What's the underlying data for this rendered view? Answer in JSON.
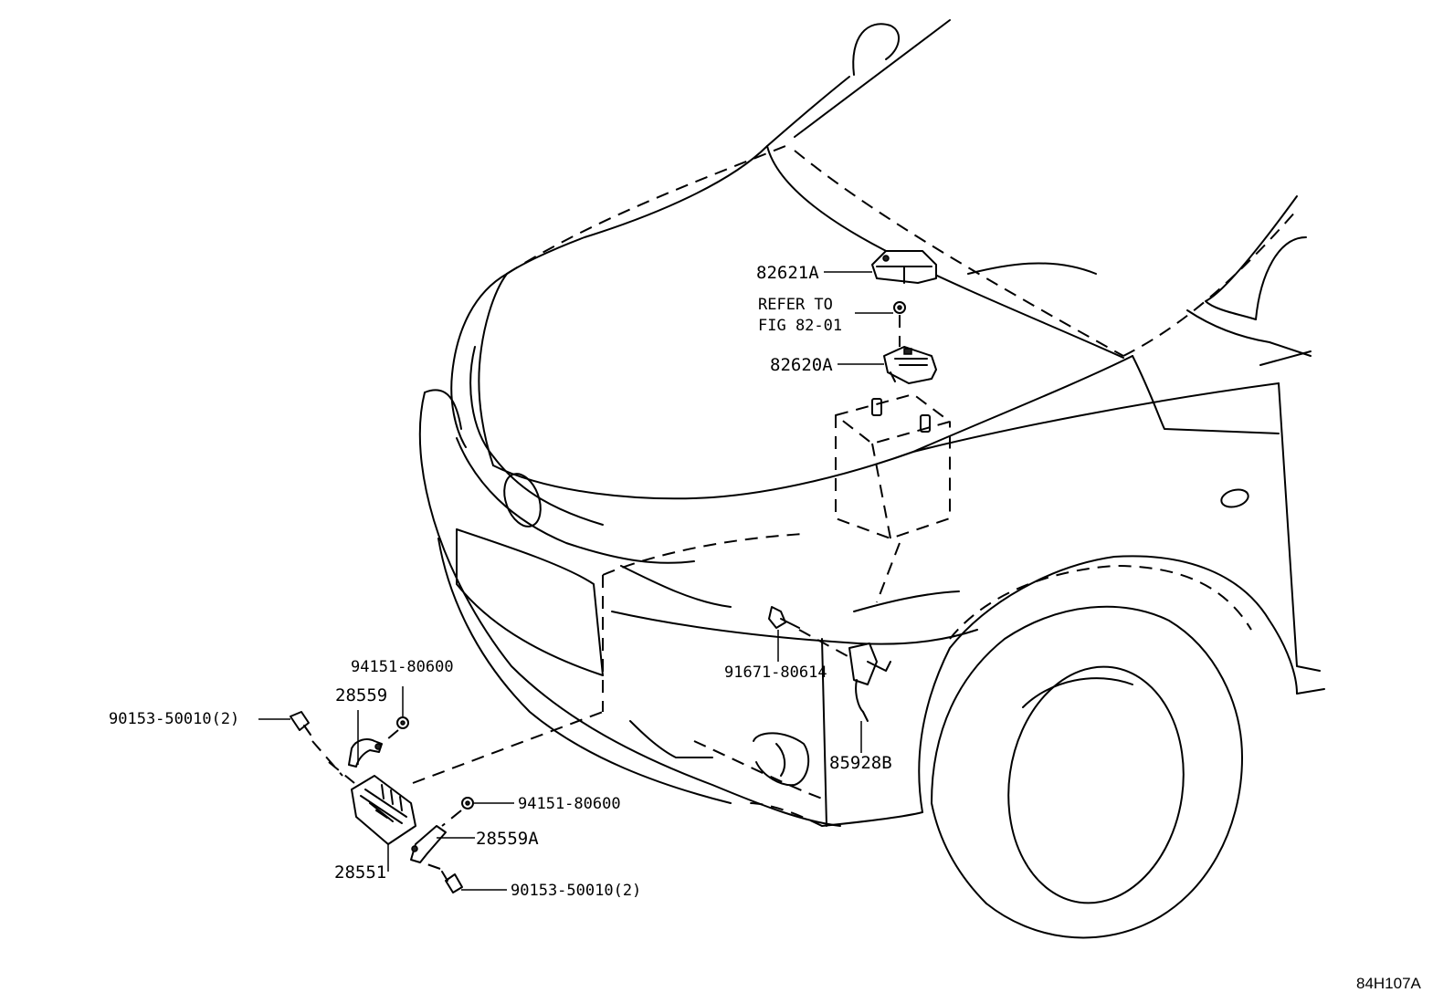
{
  "labels": {
    "p82621A": "82621A",
    "refer_line1": "REFER TO",
    "refer_line2": "FIG 82-01",
    "p82620A": "82620A",
    "p91671": "91671-80614",
    "p85928B": "85928B",
    "p94151_upper": "94151-80600",
    "p28559": "28559",
    "p90153_upper": "90153-50010(2)",
    "p94151_lower": "94151-80600",
    "p28559A": "28559A",
    "p28551": "28551",
    "p90153_lower": "90153-50010(2)"
  },
  "figure_id": "84H107A"
}
